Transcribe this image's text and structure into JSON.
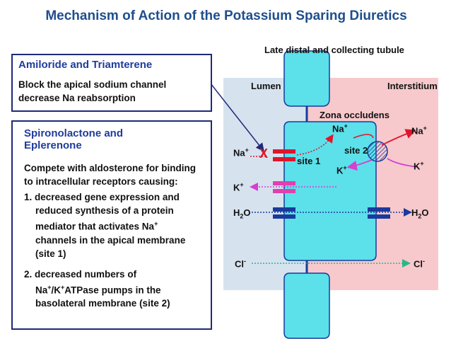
{
  "title": "Mechanism of Action of the Potassium Sparing Diuretics",
  "box1": {
    "heading": "Amiloride and Triamterene",
    "line1": "Block the apical sodium channel",
    "line2": "decrease Na reabsorption"
  },
  "box2": {
    "heading1": "Spironolactone and",
    "heading2": "Eplerenone",
    "intro1": "Compete with aldosterone for binding",
    "intro2": "to intracellular receptors causing:",
    "item1": [
      "1. decreased gene expression and",
      "reduced synthesis of a protein",
      "mediator that activates Na",
      "channels in the apical membrane",
      "(site 1)"
    ],
    "item1_sup": "+",
    "item2": [
      "2. decreased numbers of",
      "Na",
      "/K",
      "ATPase pumps in the",
      "basolateral membrane (site 2)"
    ],
    "item2_sup": "+"
  },
  "diagram": {
    "header": "Late distal and collecting tubule",
    "lumen": "Lumen",
    "interstitium": "Interstitium",
    "zona": "Zona occludens",
    "x_mark": "X",
    "site1": "site 1",
    "site2": "site 2",
    "na": "Na",
    "k": "K",
    "h2o_h": "H",
    "h2o_2": "2",
    "h2o_o": "O",
    "cl": "Cl",
    "plus": "+",
    "minus": "-",
    "colors": {
      "cell": "#5ce0ea",
      "interstitium": "#f7c9cc",
      "lumen_bg": "#d6e3ef",
      "sodium_channel": "#e0152b",
      "potassium_channel": "#e040b0",
      "water_channel": "#1a3a9c",
      "arrow_red": "#e0152b",
      "arrow_magenta": "#d63fd0",
      "arrow_green": "#27b88a",
      "title": "#1f4e8c"
    }
  }
}
